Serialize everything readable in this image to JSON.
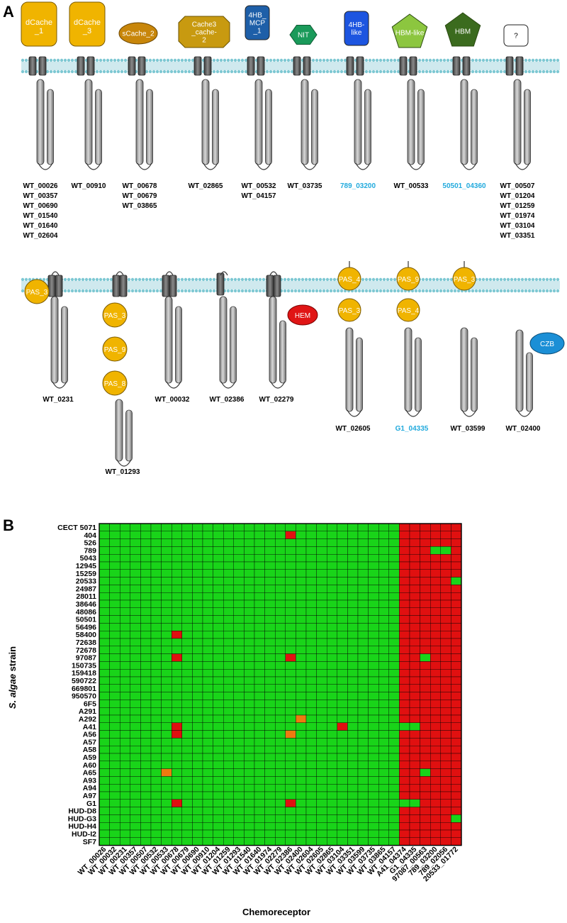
{
  "panel_a": {
    "label": "A",
    "row1": [
      {
        "domains": [
          {
            "text": "dCache\n_1",
            "shape": "tallrect",
            "color": "#f0b400"
          }
        ],
        "ids": [
          "WT_00026",
          "WT_00357",
          "WT_00690",
          "WT_01540",
          "WT_01640",
          "WT_02604"
        ]
      },
      {
        "domains": [
          {
            "text": "dCache\n_3",
            "shape": "tallrect",
            "color": "#f0b400"
          }
        ],
        "ids": [
          "WT_00910"
        ]
      },
      {
        "domains": [
          {
            "text": "sCache_2",
            "shape": "ellipse",
            "color": "#c8860a"
          }
        ],
        "ids": [
          "WT_00678",
          "WT_00679",
          "WT_03865"
        ]
      },
      {
        "domains": [
          {
            "text": "Cache3\n_cache-\n2",
            "shape": "octagon",
            "color": "#c89a10"
          }
        ],
        "ids": [
          "WT_02865"
        ]
      },
      {
        "domains": [
          {
            "text": "4HB_\nMCP\n_1",
            "shape": "rect",
            "color": "#1e5fa8"
          }
        ],
        "ids": [
          "WT_00532",
          "WT_04157"
        ]
      },
      {
        "domains": [
          {
            "text": "NIT",
            "shape": "hexagon",
            "color": "#1a9a5a"
          }
        ],
        "ids": [
          "WT_03735"
        ]
      },
      {
        "domains": [
          {
            "text": "4HB-\nlike",
            "shape": "rect",
            "color": "#1d55e0"
          }
        ],
        "ids": [
          "789_03200"
        ],
        "highlight": true
      },
      {
        "domains": [
          {
            "text": "HBM-like",
            "shape": "pentagon",
            "color": "#8cc63f"
          }
        ],
        "ids": [
          "WT_00533"
        ]
      },
      {
        "domains": [
          {
            "text": "HBM",
            "shape": "pentagon",
            "color": "#3b6b1e"
          }
        ],
        "ids": [
          "50501_04360"
        ],
        "highlight": true
      },
      {
        "domains": [
          {
            "text": "?",
            "shape": "rect",
            "color": "#ffffff"
          }
        ],
        "ids": [
          "WT_00507",
          "WT_01204",
          "WT_01259",
          "WT_01974",
          "WT_03104",
          "WT_03351"
        ]
      }
    ],
    "row2": [
      {
        "membrane": true,
        "domains": [
          {
            "text": "PAS_3"
          }
        ],
        "ids": [
          "WT_0231"
        ]
      },
      {
        "membrane": true,
        "domains": [
          {
            "text": "PAS_3"
          },
          {
            "text": "PAS_9"
          },
          {
            "text": "PAS_8"
          }
        ],
        "ids": [
          "WT_01293"
        ]
      },
      {
        "membrane": true,
        "domains": [],
        "ids": [
          "WT_00032"
        ]
      },
      {
        "membrane": true,
        "domains": [],
        "ids": [
          "WT_02386"
        ]
      },
      {
        "membrane": true,
        "domains": [
          {
            "text": "HEM",
            "color": "#e01515"
          }
        ],
        "ids": [
          "WT_02279"
        ]
      },
      {
        "membrane": false,
        "domains": [
          {
            "text": "PAS_4"
          },
          {
            "text": "PAS_3"
          }
        ],
        "ids": [
          "WT_02605"
        ]
      },
      {
        "membrane": false,
        "domains": [
          {
            "text": "PAS_9"
          },
          {
            "text": "PAS_4"
          }
        ],
        "ids": [
          "G1_04335"
        ],
        "highlight": true
      },
      {
        "membrane": false,
        "domains": [
          {
            "text": "PAS_3"
          }
        ],
        "ids": [
          "WT_03599"
        ]
      },
      {
        "membrane": false,
        "domains": [
          {
            "text": "CZB",
            "color": "#1b8fd6"
          }
        ],
        "ids": [
          "WT_02400"
        ]
      }
    ]
  },
  "panel_b": {
    "label": "B",
    "ylabel_italic": "S. algae",
    "ylabel_rest": " strain",
    "xlabel": "Chemoreceptor",
    "colors": {
      "present": "#19d419",
      "absent": "#e01010",
      "partial": "#ee7a10",
      "highlight_text": "#22aadd"
    }
  },
  "chart_data": {
    "type": "heatmap",
    "xlabel": "Chemoreceptor",
    "ylabel": "S. algae strain",
    "columns": [
      "WT_00026",
      "WT_00032",
      "WT_00231",
      "WT_00357",
      "WT_00507",
      "WT_00532",
      "WT_00533",
      "WT_00678",
      "WT_00679",
      "WT_00690",
      "WT_00910",
      "WT_01204",
      "WT_01259",
      "WT_01293",
      "WT_01540",
      "WT_01640",
      "WT_01974",
      "WT_02279",
      "WT_02386",
      "WT_02400",
      "WT_02604",
      "WT_02605",
      "WT_02865",
      "WT_03104",
      "WT_03351",
      "WT_03599",
      "WT_03735",
      "WT_03865",
      "WT_04157",
      "A41_04374",
      "G1_04335",
      "97087_00563",
      "789_03200",
      "789_02056",
      "20533_01772"
    ],
    "rows": [
      "CECT 5071",
      "404",
      "526",
      "789",
      "5043",
      "12945",
      "15259",
      "20533",
      "24987",
      "28011",
      "38646",
      "48086",
      "50501",
      "56496",
      "58400",
      "72638",
      "72678",
      "97087",
      "150735",
      "159418",
      "590722",
      "669801",
      "950570",
      "6F5",
      "A291",
      "A292",
      "A41",
      "A56",
      "A57",
      "A58",
      "A59",
      "A60",
      "A65",
      "A93",
      "A94",
      "A97",
      "G1",
      "HUD-D8",
      "HUD-G3",
      "HUD-H4",
      "HUD-I2",
      "SF7"
    ],
    "values_legend": {
      "1": "present",
      "0": "absent",
      "0.5": "partial"
    },
    "default_left": 1,
    "default_right": 0,
    "right_block_start": 29,
    "exceptions": [
      {
        "row": "404",
        "col": "WT_02386",
        "value": 0
      },
      {
        "row": "789",
        "col": "789_03200",
        "value": 1
      },
      {
        "row": "789",
        "col": "789_02056",
        "value": 1
      },
      {
        "row": "20533",
        "col": "20533_01772",
        "value": 1
      },
      {
        "row": "58400",
        "col": "WT_00678",
        "value": 0
      },
      {
        "row": "97087",
        "col": "WT_00678",
        "value": 0
      },
      {
        "row": "97087",
        "col": "WT_02386",
        "value": 0
      },
      {
        "row": "97087",
        "col": "97087_00563",
        "value": 1
      },
      {
        "row": "A292",
        "col": "WT_02400",
        "value": 0.5
      },
      {
        "row": "A41",
        "col": "WT_00678",
        "value": 0
      },
      {
        "row": "A41",
        "col": "WT_03104",
        "value": 0
      },
      {
        "row": "A41",
        "col": "A41_04374",
        "value": 1
      },
      {
        "row": "A41",
        "col": "G1_04335",
        "value": 1
      },
      {
        "row": "A56",
        "col": "WT_00678",
        "value": 0
      },
      {
        "row": "A56",
        "col": "WT_02386",
        "value": 0.5
      },
      {
        "row": "A65",
        "col": "WT_00533",
        "value": 0.5
      },
      {
        "row": "A65",
        "col": "97087_00563",
        "value": 1
      },
      {
        "row": "G1",
        "col": "WT_00678",
        "value": 0
      },
      {
        "row": "G1",
        "col": "WT_02386",
        "value": 0
      },
      {
        "row": "G1",
        "col": "A41_04374",
        "value": 1
      },
      {
        "row": "G1",
        "col": "G1_04335",
        "value": 1
      },
      {
        "row": "HUD-G3",
        "col": "20533_01772",
        "value": 1
      }
    ],
    "highlighted_columns": []
  }
}
